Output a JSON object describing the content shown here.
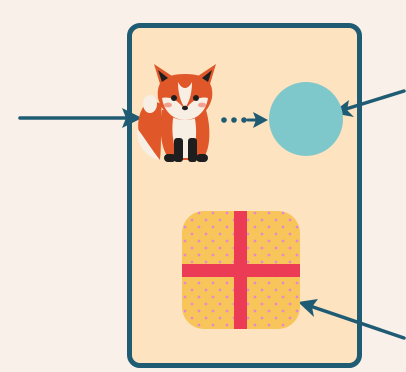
{
  "colors": {
    "page_background": "#f9f0e9",
    "card_fill": "#fde3c0",
    "card_border": "#1f5c74",
    "arrow": "#1f5c74",
    "circle": "#7ec8cb",
    "gift_box": "#f7c55a",
    "gift_dots": "#e98ac8",
    "gift_ribbon": "#ec3b55",
    "fox_orange": "#e0582a",
    "fox_cream": "#f7eee4",
    "fox_dark": "#1e1e1e"
  },
  "items": [
    {
      "name": "fox",
      "icon": "fox-sticker-icon"
    },
    {
      "name": "teal-circle",
      "icon": "circle-icon"
    },
    {
      "name": "gift-box",
      "icon": "gift-icon"
    }
  ],
  "arrows": [
    {
      "name": "left-arrow",
      "points_to": "fox"
    },
    {
      "name": "right-top-arrow",
      "points_to": "teal-circle"
    },
    {
      "name": "right-bottom-arrow",
      "points_to": "gift-box"
    },
    {
      "name": "dotted-arrow",
      "from": "fox",
      "to": "teal-circle",
      "style": "dotted"
    }
  ]
}
